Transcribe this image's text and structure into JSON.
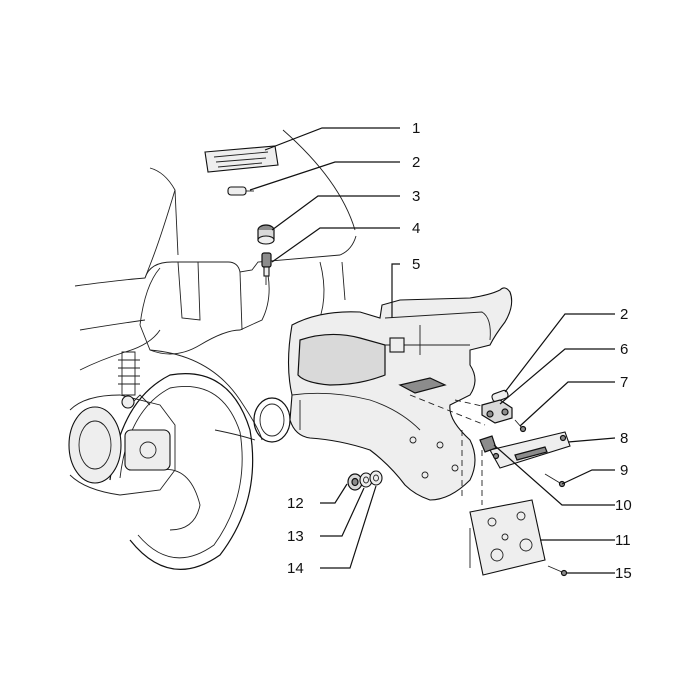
{
  "callouts": [
    {
      "label": "1"
    },
    {
      "label": "2"
    },
    {
      "label": "3"
    },
    {
      "label": "4"
    },
    {
      "label": "5"
    },
    {
      "label": "2"
    },
    {
      "label": "6"
    },
    {
      "label": "7"
    },
    {
      "label": "8"
    },
    {
      "label": "9"
    },
    {
      "label": "10"
    },
    {
      "label": "11"
    },
    {
      "label": "12"
    },
    {
      "label": "13"
    },
    {
      "label": "14"
    },
    {
      "label": "15"
    }
  ],
  "colors": {
    "line": "#111111",
    "fill_light": "#eeeeee",
    "fill_mid": "#d9d9d9",
    "fill_dark": "#8c8c8c"
  }
}
